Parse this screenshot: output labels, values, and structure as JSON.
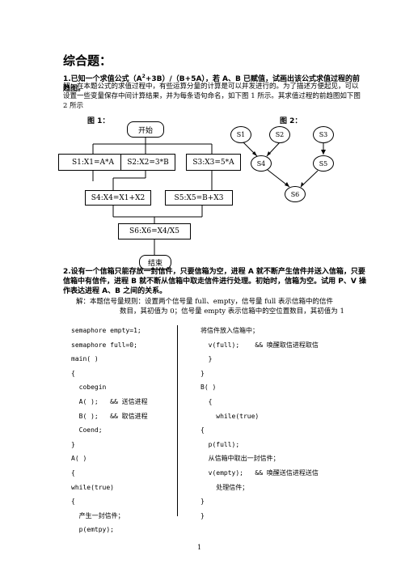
{
  "title": "综合题：",
  "q1": {
    "question_prefix": "1.已知一个求值公式（A",
    "question_sup": "2",
    "question_suffix": "+3B）/（B+5A），若 A、B 已赋值，试画出该公式求值过程的前趋图。",
    "solution": "解：在本题公式的求值过程中，有些运算分量的计算是可以并发进行的。为了描述方便起见，可以设置一些变量保存中间计算结果，并为每条语句命名，如下图 1 所示。其求值过程的前趋图如下图 2 所示",
    "fig1_label": "图 1：",
    "fig2_label": "图 2：",
    "fig1": {
      "start": "开始",
      "s1": "S1:X1=A*A",
      "s2": "S2:X2=3*B",
      "s3": "S3:X3=5*A",
      "s4": "S4:X4=X1+X2",
      "s5": "S5:X5=B+X3",
      "s6": "S6:X6=X4/X5",
      "end": "结束"
    },
    "fig2": {
      "n1": "S1",
      "n2": "S2",
      "n3": "S3",
      "n4": "S4",
      "n5": "S5",
      "n6": "S6"
    }
  },
  "q2": {
    "question": "2.设有一个信箱只能存放一封信件，只要信箱为空，进程 A 就不断产生信件并送入信箱，只要信箱中有信件，进程 B 就不断从信箱中取走信件进行处理。初始时，信箱为空。试用 P、V 操作表达进程 A、B 之间的关系。",
    "solution_line1": "解：本题信号量规则：设置两个信号量 full、empty，信号量 full 表示信箱中的信件",
    "solution_line2": "数目，其初值为 0；信号量 empty 表示信箱中的空位置数目，其初值为 1",
    "code_left": [
      "semaphore empty=1;",
      "semaphore full=0;",
      "main( )",
      "{",
      "  cobegin",
      "  A( );   && 送信进程",
      "  B( );   && 取信进程",
      "  Coend;",
      "}",
      "A( )",
      "{",
      "while(true)",
      "{",
      "  产生一封信件；",
      "  p(emtpy);"
    ],
    "code_right": [
      "将信件放入信箱中；",
      "  v(full);    && 唤醒取信进程取信",
      "  }",
      "}",
      "B( )",
      "  {",
      "    while(true)",
      "{",
      "  p(full);",
      "  从信箱中取出一封信件；",
      "  v(empty);   && 唤醒送信进程送信",
      "    处理信件；",
      "}",
      "}"
    ]
  },
  "page_number": "1"
}
